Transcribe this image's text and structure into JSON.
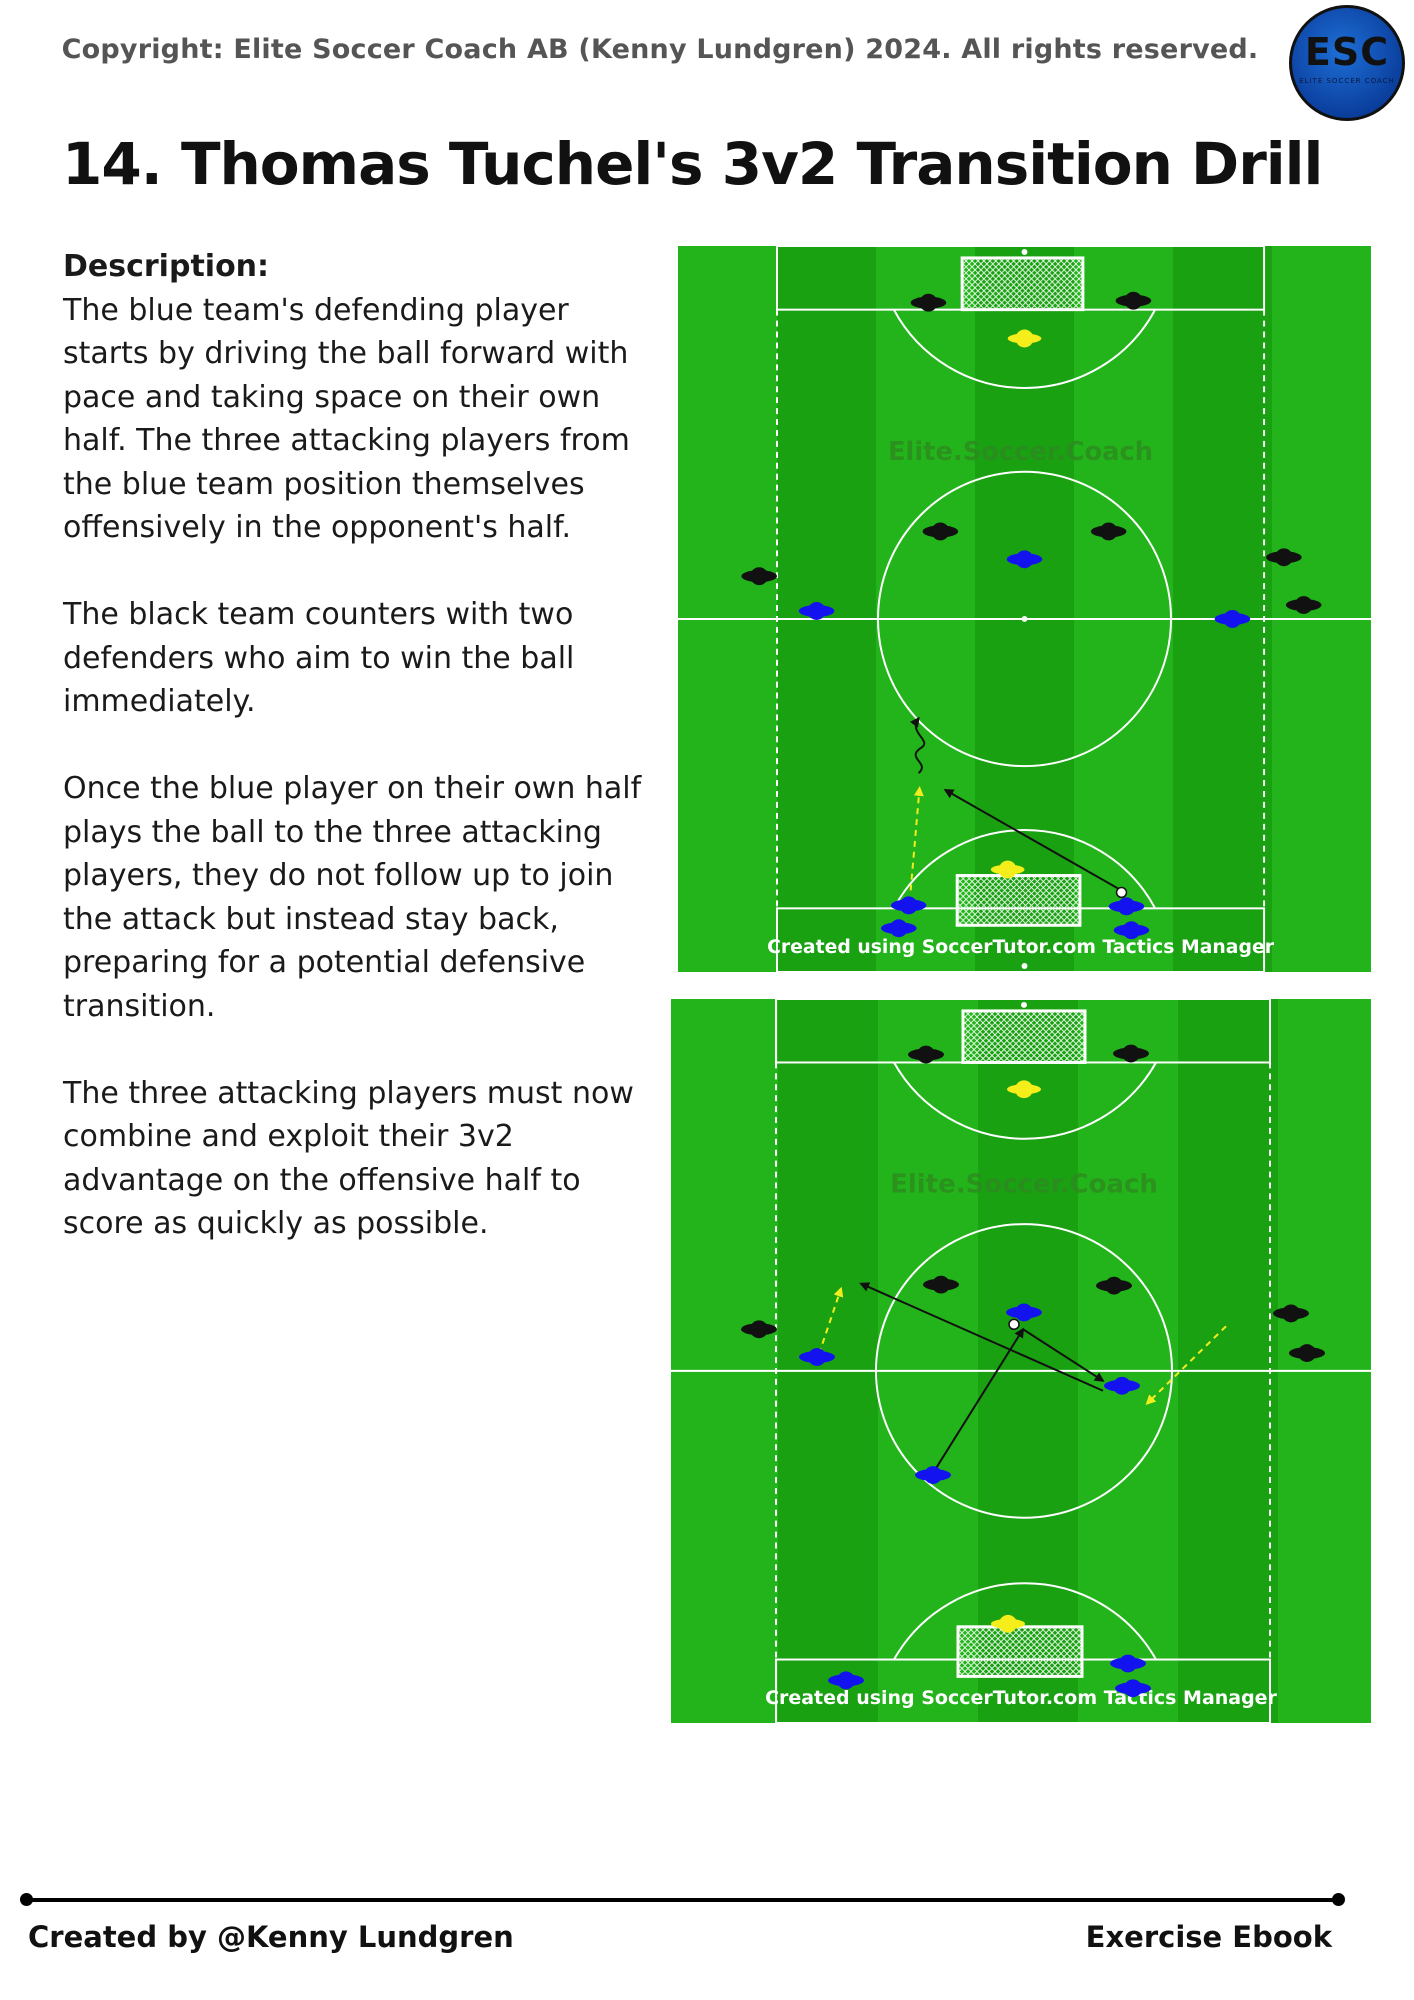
{
  "header": {
    "copyright": "Copyright: Elite Soccer Coach AB  (Kenny Lundgren) 2024. All rights reserved.",
    "logo_text": "ESC",
    "logo_subtext": "ELITE SOCCER COACH"
  },
  "title": "14. Thomas Tuchel's 3v2 Transition Drill",
  "description": {
    "label": "Description:",
    "paragraphs": [
      "The blue team's defending player starts by driving the ball forward with pace and taking space on their own half. The three attacking players from the blue team position themselves offensively in the opponent's half.",
      "The black team counters with two defenders who aim to win the ball immediately.",
      "Once the blue player on their own half plays the ball to the three attacking players, they do not follow up to join the attack but instead stay back, preparing for a potential defensive transition.",
      "The three attacking players must now combine and exploit their 3v2 advantage on the offensive half to score as quickly as possible."
    ]
  },
  "diagrams": {
    "watermark": "Elite.Soccer.Coach",
    "credit": "Created using SoccerTutor.com Tactics Manager",
    "colors": {
      "grass_light": "#22b41a",
      "grass_dark": "#19a112",
      "blue_player": "#1313f0",
      "black_player": "#111111",
      "goalkeeper": "#f5ee1a",
      "pass_arrow": "#111111",
      "movement_arrow": "#f2ee1e"
    }
  },
  "footer": {
    "left": "Created by @Kenny Lundgren",
    "right": "Exercise Ebook"
  }
}
